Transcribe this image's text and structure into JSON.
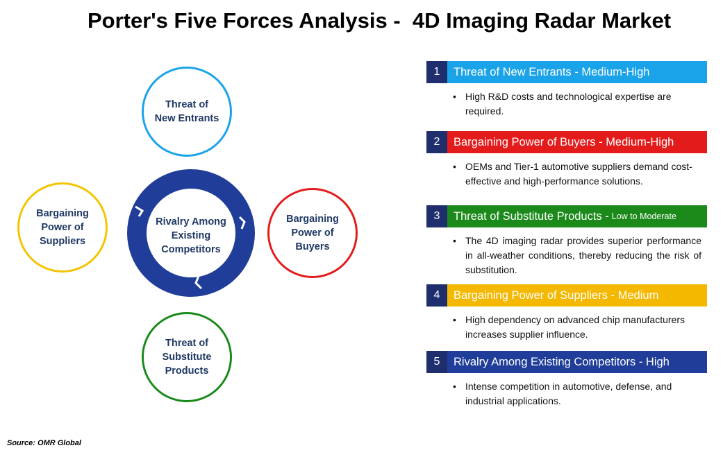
{
  "title": "Porter's Five Forces Analysis -  4D Imaging Radar Market",
  "diagram": {
    "center": "Rivalry Among Existing Competitors",
    "nodes": {
      "top": {
        "label": "Threat of New Entrants",
        "color": "#1aa3e8"
      },
      "left": {
        "label": "Bargaining Power of Suppliers",
        "color": "#f5c400"
      },
      "right": {
        "label": "Bargaining Power of Buyers",
        "color": "#e31b1b"
      },
      "bottom": {
        "label": "Threat of Substitute Products",
        "color": "#1b8a1b"
      }
    },
    "ring_color": "#1f3d99"
  },
  "forces": [
    {
      "num": "1",
      "title": "Threat of New Entrants -  Medium-High",
      "level_small": "",
      "color": "#1aa3e8",
      "bullet": "High R&D costs and technological expertise are required."
    },
    {
      "num": "2",
      "title": "Bargaining Power of Buyers -  Medium-High",
      "level_small": "",
      "color": "#e31b1b",
      "bullet": "OEMs and Tier-1 automotive suppliers demand cost-effective and high-performance solutions."
    },
    {
      "num": "3",
      "title": "Threat of Substitute Products - ",
      "level_small": "Low to Moderate",
      "color": "#1b8a1b",
      "bullet": "The 4D imaging radar provides superior performance in all-weather conditions, thereby reducing the risk of substitution."
    },
    {
      "num": "4",
      "title": "Bargaining Power of Suppliers -  Medium",
      "level_small": "",
      "color": "#f5b800",
      "bullet": "High dependency on advanced chip manufacturers increases supplier influence."
    },
    {
      "num": "5",
      "title": "Rivalry Among Existing Competitors -  High",
      "level_small": "",
      "color": "#1f3d99",
      "bullet": "Intense competition in automotive, defense, and industrial applications."
    }
  ],
  "source": "Source: OMR Global"
}
